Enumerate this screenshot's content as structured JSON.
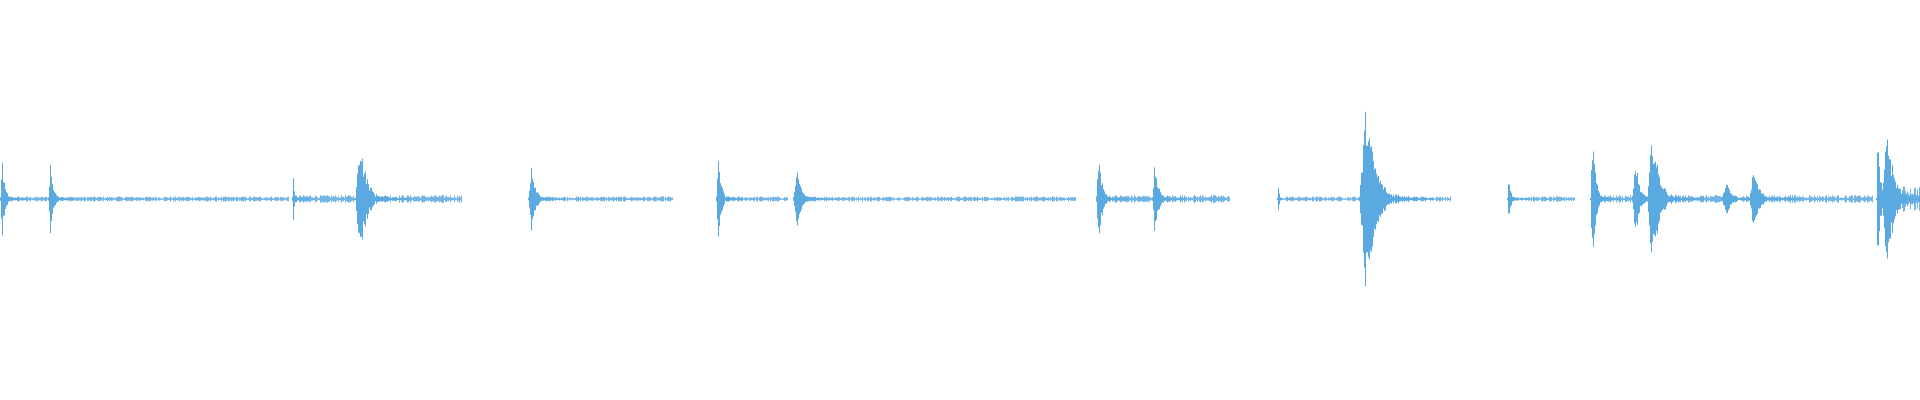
{
  "waveform": {
    "color": "#5aa9e0",
    "background": "#ffffff",
    "events": [
      {
        "start": 0.0,
        "end": 0.004,
        "peak": 0.2
      },
      {
        "start": 0.025,
        "end": 0.029,
        "peak": 0.22
      },
      {
        "start": 0.152,
        "end": 0.154,
        "peak": 0.12
      },
      {
        "start": 0.185,
        "end": 0.195,
        "peak": 0.33
      },
      {
        "start": 0.275,
        "end": 0.281,
        "peak": 0.2
      },
      {
        "start": 0.373,
        "end": 0.377,
        "peak": 0.25
      },
      {
        "start": 0.413,
        "end": 0.42,
        "peak": 0.17
      },
      {
        "start": 0.571,
        "end": 0.576,
        "peak": 0.26
      },
      {
        "start": 0.6,
        "end": 0.605,
        "peak": 0.2
      },
      {
        "start": 0.665,
        "end": 0.667,
        "peak": 0.06
      },
      {
        "start": 0.708,
        "end": 0.722,
        "peak": 0.5
      },
      {
        "start": 0.785,
        "end": 0.788,
        "peak": 0.12
      },
      {
        "start": 0.828,
        "end": 0.833,
        "peak": 0.35
      },
      {
        "start": 0.85,
        "end": 0.856,
        "peak": 0.22
      },
      {
        "start": 0.858,
        "end": 0.868,
        "peak": 0.37
      },
      {
        "start": 0.897,
        "end": 0.904,
        "peak": 0.1
      },
      {
        "start": 0.911,
        "end": 0.92,
        "peak": 0.16
      },
      {
        "start": 0.932,
        "end": 0.933,
        "peak": 0.08
      },
      {
        "start": 0.977,
        "end": 0.98,
        "peak": 0.48
      },
      {
        "start": 0.98,
        "end": 0.99,
        "peak": 0.4
      }
    ],
    "quiet_segments": [
      {
        "start": 0.0,
        "end": 0.15,
        "level": 0.01
      },
      {
        "start": 0.152,
        "end": 0.24,
        "level": 0.015
      },
      {
        "start": 0.275,
        "end": 0.35,
        "level": 0.01
      },
      {
        "start": 0.373,
        "end": 0.41,
        "level": 0.01
      },
      {
        "start": 0.413,
        "end": 0.56,
        "level": 0.01
      },
      {
        "start": 0.571,
        "end": 0.64,
        "level": 0.015
      },
      {
        "start": 0.67,
        "end": 0.755,
        "level": 0.01
      },
      {
        "start": 0.785,
        "end": 0.82,
        "level": 0.01
      },
      {
        "start": 0.83,
        "end": 0.975,
        "level": 0.015
      },
      {
        "start": 0.98,
        "end": 1.0,
        "level": 0.05
      }
    ]
  }
}
